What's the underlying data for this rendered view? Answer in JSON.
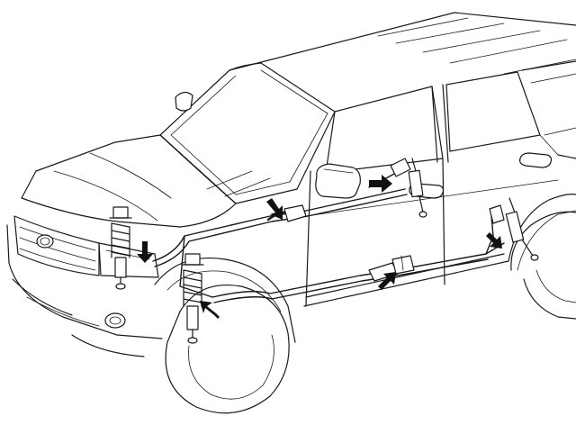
{
  "diagram": {
    "type": "technical-illustration",
    "subject": "vehicle-suspension-and-piping-layout",
    "colors": {
      "line": "#1a1a1a",
      "background": "#ffffff",
      "arrow": "#111111"
    },
    "callouts": [
      {
        "id": "front-right-damper-connection"
      },
      {
        "id": "front-left-damper-connection"
      },
      {
        "id": "front-pipe-junction"
      },
      {
        "id": "rear-left-damper-connection"
      },
      {
        "id": "center-valve-unit"
      },
      {
        "id": "rear-right-damper-connection"
      }
    ]
  }
}
